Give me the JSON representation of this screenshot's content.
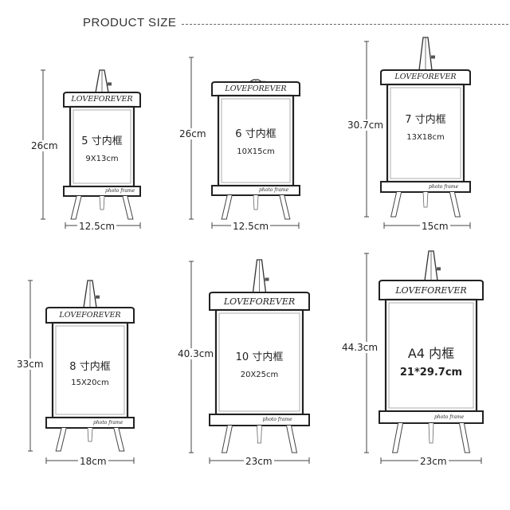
{
  "header": {
    "title": "PRODUCT SIZE"
  },
  "frames": [
    {
      "id": "5",
      "brand": "LOVEFOREVER",
      "size_name": "5 寸内框",
      "size_dim": "9X13cm",
      "photo_label": "photo frame",
      "height": "26cm",
      "width": "12.5cm"
    },
    {
      "id": "6",
      "brand": "LOVEFOREVER",
      "size_name": "6 寸内框",
      "size_dim": "10X15cm",
      "photo_label": "photo frame",
      "height": "26cm",
      "width": "12.5cm"
    },
    {
      "id": "7",
      "brand": "LOVEFOREVER",
      "size_name": "7 寸内框",
      "size_dim": "13X18cm",
      "photo_label": "photo frame",
      "height": "30.7cm",
      "width": "15cm"
    },
    {
      "id": "8",
      "brand": "LOVEFOREVER",
      "size_name": "8 寸内框",
      "size_dim": "15X20cm",
      "photo_label": "photo frame",
      "height": "33cm",
      "width": "18cm"
    },
    {
      "id": "10",
      "brand": "LOVEFOREVER",
      "size_name": "10 寸内框",
      "size_dim": "20X25cm",
      "photo_label": "photo frame",
      "height": "40.3cm",
      "width": "23cm"
    },
    {
      "id": "A4",
      "brand": "LOVEFOREVER",
      "size_name": "A4 内框",
      "size_dim": "21*29.7cm",
      "photo_label": "photo frame",
      "height": "44.3cm",
      "width": "23cm"
    }
  ]
}
